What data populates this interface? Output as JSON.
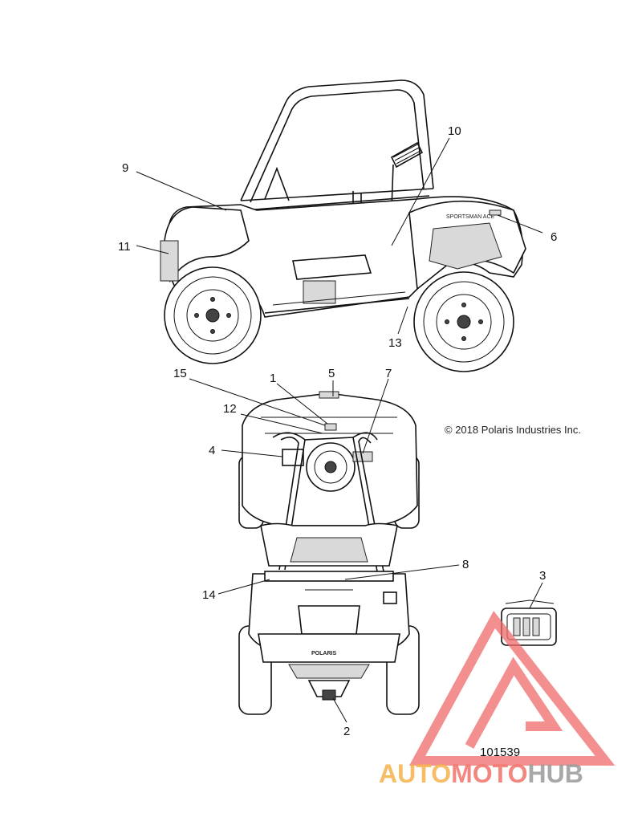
{
  "callouts": [
    {
      "id": "1",
      "label": "1"
    },
    {
      "id": "2",
      "label": "2"
    },
    {
      "id": "3",
      "label": "3"
    },
    {
      "id": "4",
      "label": "4"
    },
    {
      "id": "5",
      "label": "5"
    },
    {
      "id": "6",
      "label": "6"
    },
    {
      "id": "7",
      "label": "7"
    },
    {
      "id": "8",
      "label": "8"
    },
    {
      "id": "9",
      "label": "9"
    },
    {
      "id": "10",
      "label": "10"
    },
    {
      "id": "11",
      "label": "11"
    },
    {
      "id": "12",
      "label": "12"
    },
    {
      "id": "13",
      "label": "13"
    },
    {
      "id": "14",
      "label": "14"
    },
    {
      "id": "15",
      "label": "15"
    }
  ],
  "vehicle_decals": {
    "side_text": "SPORTSMAN ACE",
    "rear_text": "POLARIS"
  },
  "copyright": "© 2018 Polaris Industries Inc.",
  "diagram_number": "101539",
  "watermark": {
    "part1": "AUTO",
    "part2": "MOTO",
    "part3": "HUB",
    "colors": {
      "auto": "#f6b24a",
      "moto": "#f1736a",
      "hub": "#9a9a9a",
      "triangle": "#f06a6a"
    }
  }
}
